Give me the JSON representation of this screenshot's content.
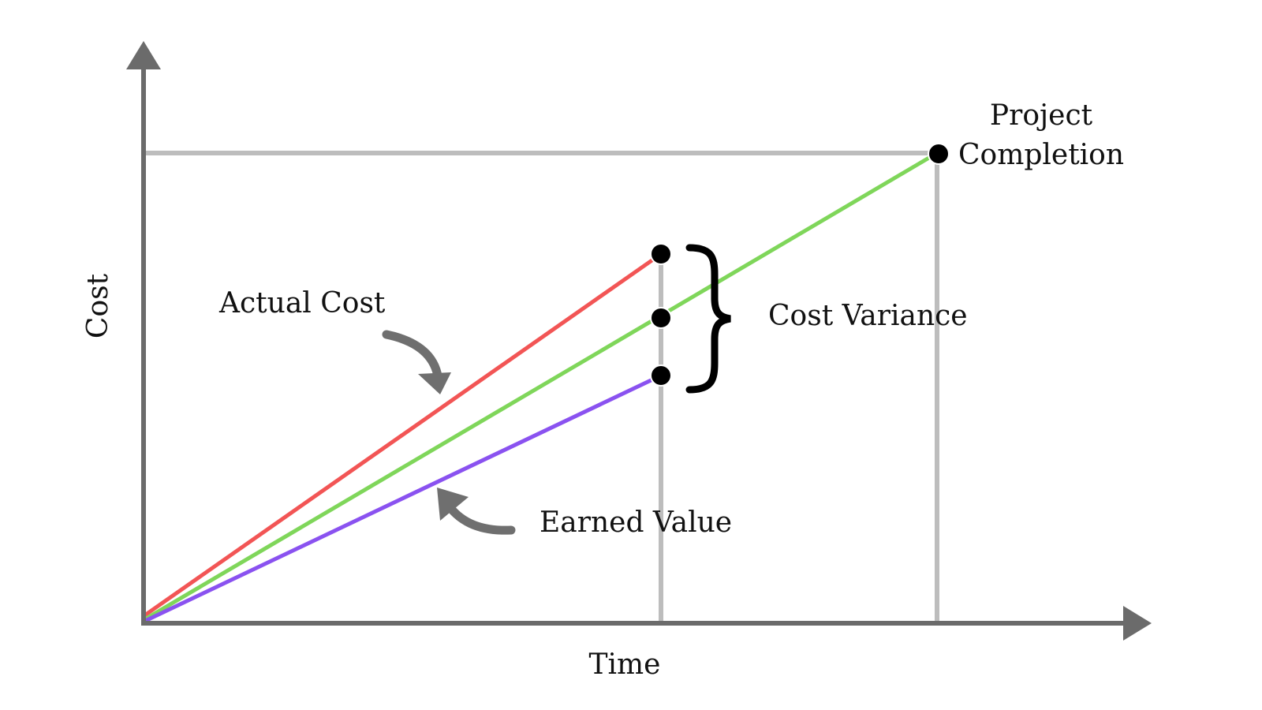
{
  "axes": {
    "x_label": "Time",
    "y_label": "Cost"
  },
  "annotations": {
    "project_completion_line1": "Project",
    "project_completion_line2": "Completion",
    "actual_cost": "Actual Cost",
    "earned_value": "Earned Value",
    "cost_variance": "Cost Variance"
  },
  "colors": {
    "axis": "#6b6b6b",
    "guide": "#bdbdbd",
    "actual_cost": "#f25555",
    "planned_value": "#7fd65a",
    "earned_value": "#8a52f0",
    "point": "#000000",
    "arrow": "#6f6f6f"
  },
  "icons": {
    "variance_brace": "curly-brace-icon",
    "actual_cost_pointer": "curved-arrow-icon",
    "earned_value_pointer": "curved-arrow-icon"
  }
}
